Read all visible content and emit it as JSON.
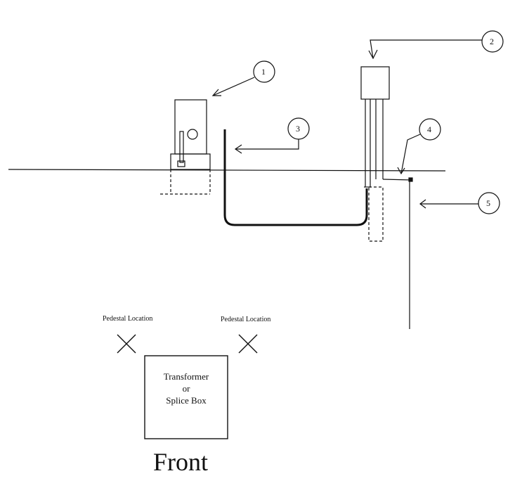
{
  "callouts": [
    "1",
    "2",
    "3",
    "4",
    "5"
  ],
  "pedestal_labels": [
    "Pedestal Location",
    "Pedestal Location"
  ],
  "box_lines": [
    "Transformer",
    "or",
    "Splice Box"
  ],
  "front_label": "Front",
  "colors": {
    "ink": "#111111",
    "background": "#ffffff"
  }
}
